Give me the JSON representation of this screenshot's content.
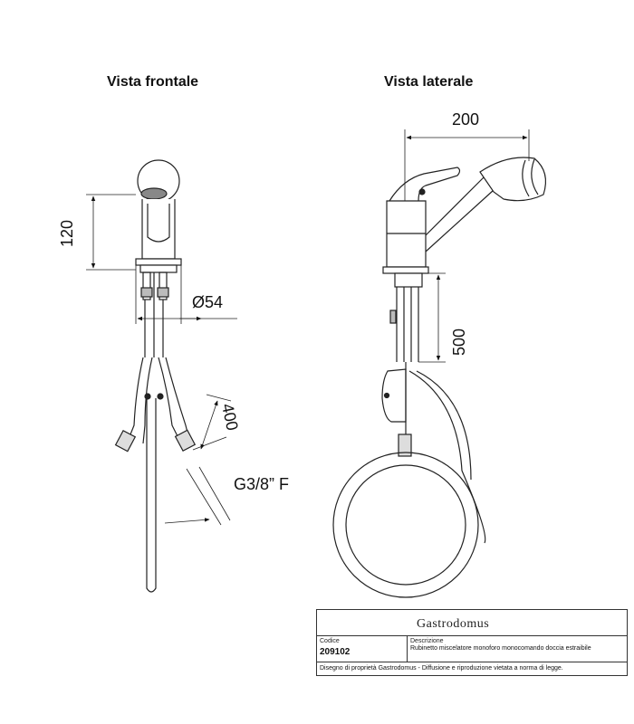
{
  "titles": {
    "front": "Vista frontale",
    "side": "Vista laterale"
  },
  "dimensions": {
    "height": "120",
    "diameter": "Ø54",
    "hose": "400",
    "thread": "G3/8” F",
    "width": "200",
    "drop": "500"
  },
  "title_block": {
    "logo": "Gastrodomus",
    "codice_label": "Codice",
    "codice_value": "209102",
    "descrizione_label": "Descrizione",
    "descrizione_value": "Rubinetto miscelatore monoforo monocomando doccia estraibile",
    "note": "Disegno di proprietà Gastrodomus - Diffusione e riproduzione vietata a norma di legge."
  }
}
